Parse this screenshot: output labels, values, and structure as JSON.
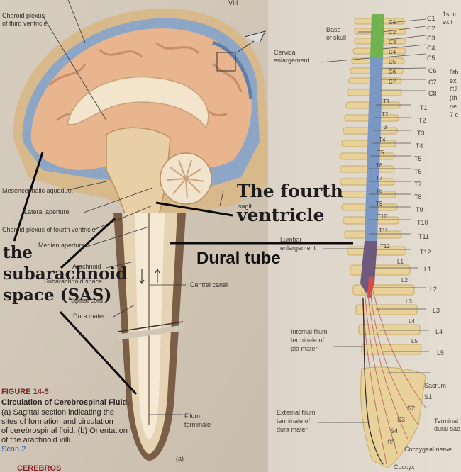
{
  "left_labels": {
    "choroid_plexus_third_line1": "Choroid plexus",
    "choroid_plexus_third_line2": "of third ventricle",
    "viii": "VIII",
    "mesencephalic_aqueduct": "Mesencephalic aqueduct",
    "lateral_aperture": "Lateral aperture",
    "choroid_plexus_fourth": "Choroid plexus of fourth ventricle",
    "median_aperture": "Median aperture",
    "arachnoid": "Arachnoid",
    "subarachnoid_space": "Subarachnoid space",
    "spinal_cord": "Spinal cord",
    "dura_mater": "Dura mater",
    "central_canal": "Central canal",
    "filum_terminale_line1": "Filum",
    "filum_terminale_line2": "terminale",
    "panel_a": "(a)",
    "sagit": "sagit"
  },
  "caption": {
    "figure": "FIGURE 14-5",
    "title": "Circulation of Cerebrospinal Fluid.",
    "line1": "(a) Sagittal section indicating the",
    "line2": "sites of formation and circulation",
    "line3": "of cerebrospinal fluid. (b) Orientation",
    "line4": "of the arachnoid villi.",
    "line5": "",
    "scan": "Scan 2",
    "footer": "CEREBROS"
  },
  "annotations": {
    "sas_line1": "the",
    "sas_line2": "subarachnoid",
    "sas_line3": "space (SAS)",
    "fourth_ventricle_line1": "The fourth",
    "fourth_ventricle_line2": "ventricle",
    "dural_tube": "Dural tube"
  },
  "right_labels": {
    "base_of_skull_line1": "Base",
    "base_of_skull_line2": "of skull",
    "cervical_enlargement_line1": "Cervical",
    "cervical_enlargement_line2": "enlargement",
    "lumbar_enlargement_line1": "Lumbar",
    "lumbar_enlargement_line2": "enlargement",
    "internal_filum_line1": "Internal filum",
    "internal_filum_line2": "terminale of",
    "internal_filum_line3": "pia mater",
    "external_filum_line1": "External filum",
    "external_filum_line2": "terminale of",
    "external_filum_line3": "dura mater",
    "coccygeal_nerve": "Coccygeal nerve",
    "coccyx": "Coccyx",
    "sacrum": "Sacrum",
    "terminal_dural_sac_line1": "Terminal",
    "terminal_dural_sac_line2": "dural sac",
    "note_top_1": "1st c",
    "note_top_2": "exit",
    "note_mid_1": "8th",
    "note_mid_2": "ex",
    "note_mid_3": "C7",
    "note_mid_4": "(th",
    "note_mid_5": "ne",
    "note_mid_6": "7 c"
  },
  "spinal_nerves": [
    "C1",
    "C2",
    "C3",
    "C4",
    "C5",
    "C6",
    "C7",
    "C8",
    "T1",
    "T2",
    "T3",
    "T4",
    "T5",
    "T6",
    "T7",
    "T8",
    "T9",
    "T10",
    "T11",
    "T12",
    "L1",
    "L2",
    "L3",
    "L4",
    "L5",
    "S1",
    "S2",
    "S3",
    "S4",
    "S5"
  ],
  "vertebrae": [
    "C1",
    "C2",
    "C3",
    "C4",
    "C5",
    "C6",
    "C7",
    "T1",
    "T2",
    "T3",
    "T4",
    "T5",
    "T6",
    "T7",
    "T8",
    "T9",
    "T10",
    "T11",
    "T12",
    "L1",
    "L2",
    "L3",
    "L4",
    "L5"
  ]
}
